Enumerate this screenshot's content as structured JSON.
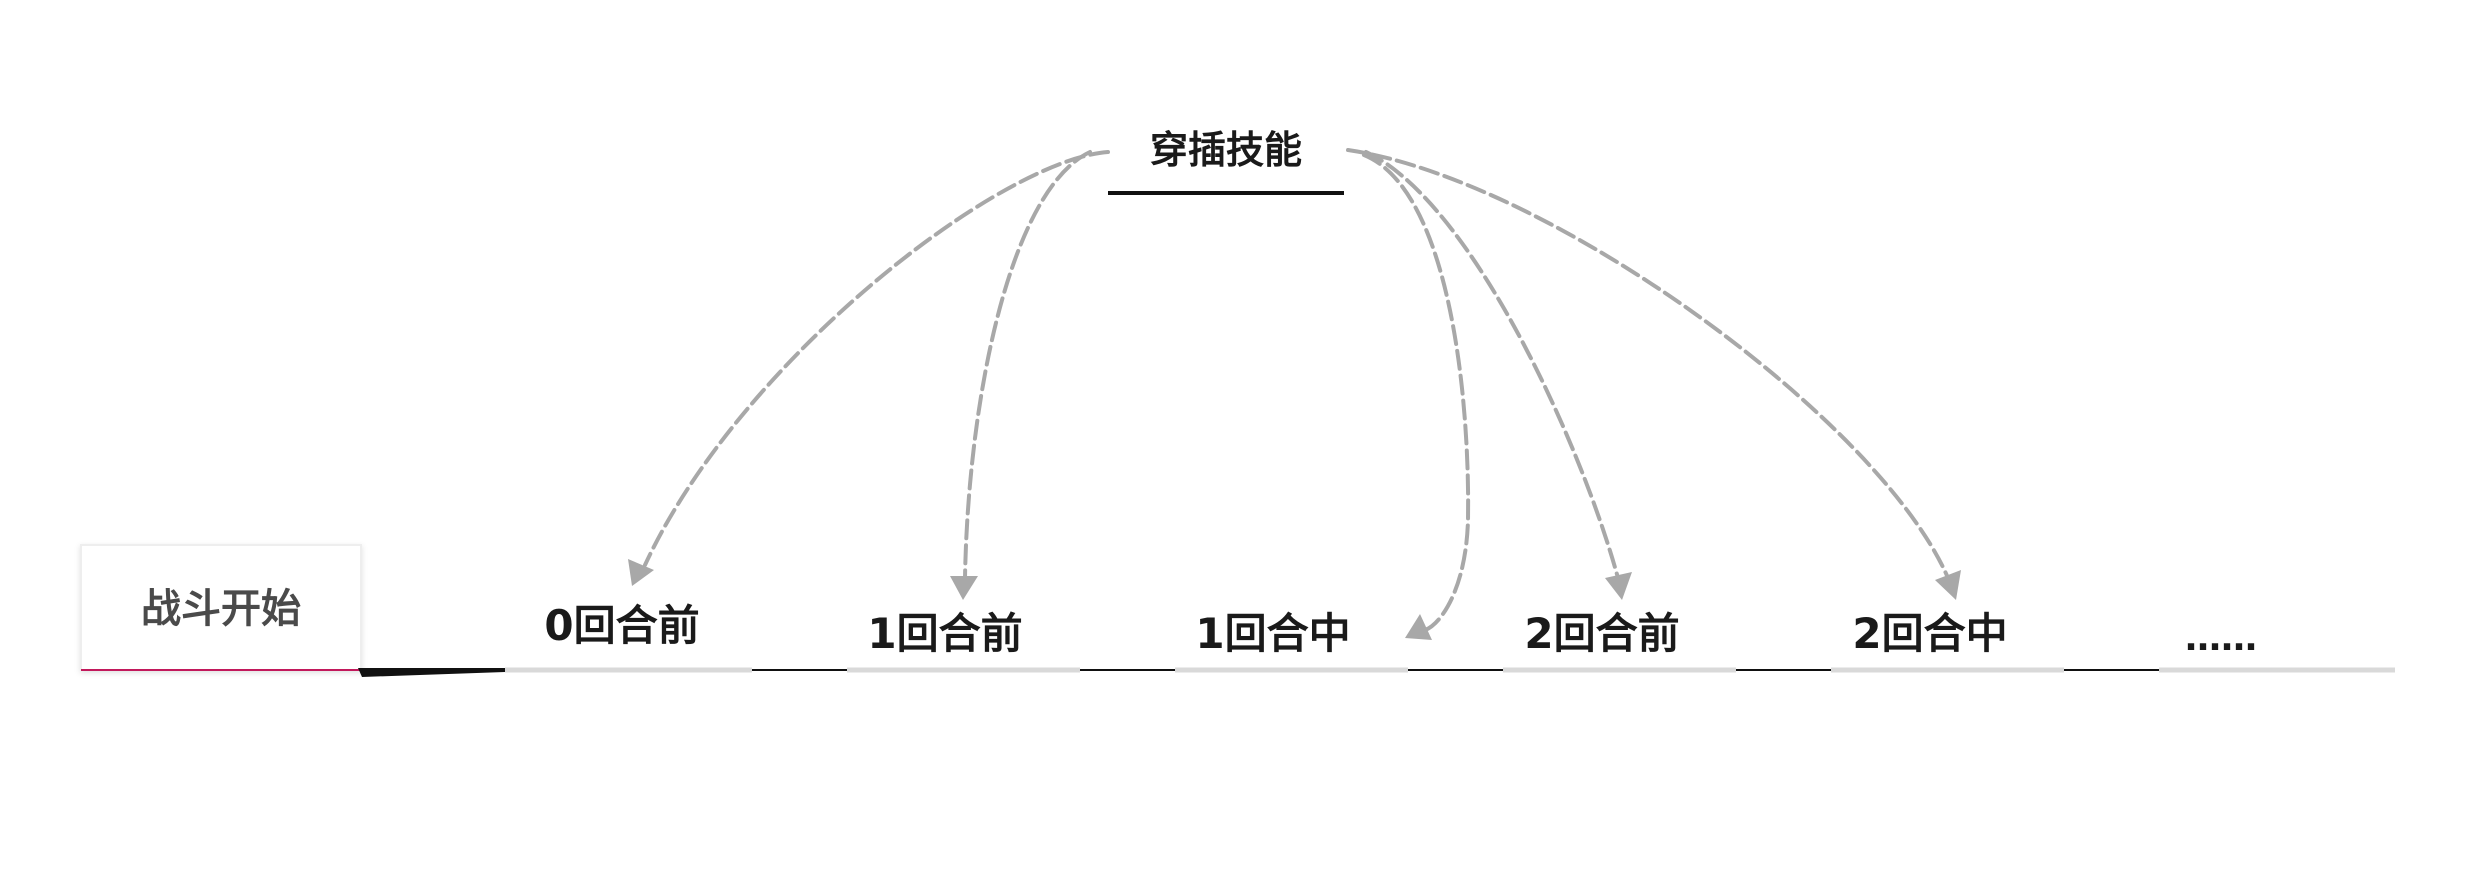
{
  "diagram": {
    "source_node": {
      "label": "穿插技能"
    },
    "start_node": {
      "label": "战斗开始",
      "accent_color": "#c2185b"
    },
    "timeline": {
      "nodes": [
        {
          "label": "0回合前"
        },
        {
          "label": "1回合前"
        },
        {
          "label": "1回合中"
        },
        {
          "label": "2回合前"
        },
        {
          "label": "2回合中"
        },
        {
          "label": "……"
        }
      ]
    },
    "colors": {
      "connector": "#a8a8a8",
      "underline_light": "#d9d9d9",
      "underline_dark": "#111111",
      "text": "#1a1a1a"
    }
  }
}
